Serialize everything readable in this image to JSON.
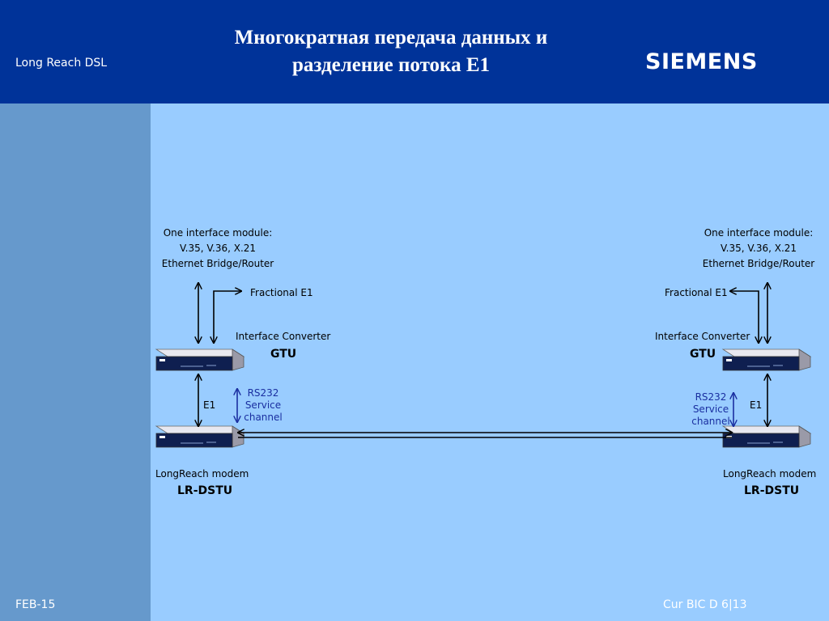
{
  "header": {
    "product": "Long Reach DSL",
    "title_line1": "Многократная передача данных и",
    "title_line2": "разделение потока E1",
    "logo": "SIEMENS"
  },
  "footer": {
    "date": "FEB-15",
    "ref": "Cur BIC D  6|13"
  },
  "diagram": {
    "left": {
      "module_line1": "One interface module:",
      "module_line2": "V.35, V.36, X.21",
      "module_line3": "Ethernet Bridge/Router",
      "fractional": "Fractional E1",
      "converter_label": "Interface Converter",
      "converter_name": "GTU",
      "e1": "E1",
      "service_line1": "RS232",
      "service_line2": "Service",
      "service_line3": "channel",
      "modem_label": "LongReach modem",
      "modem_name": "LR-DSTU"
    },
    "right": {
      "module_line1": "One interface module:",
      "module_line2": "V.35, V.36, X.21",
      "module_line3": "Ethernet Bridge/Router",
      "fractional": "Fractional E1",
      "converter_label": "Interface Converter",
      "converter_name": "GTU",
      "e1": "E1",
      "service_line1": "RS232",
      "service_line2": "Service",
      "service_line3": "channel",
      "modem_label": "LongReach modem",
      "modem_name": "LR-DSTU"
    },
    "colors": {
      "header": "#003399",
      "sidebar": "#6699cc",
      "background": "#99ccff",
      "service_arrow": "#1a2fa0"
    }
  }
}
